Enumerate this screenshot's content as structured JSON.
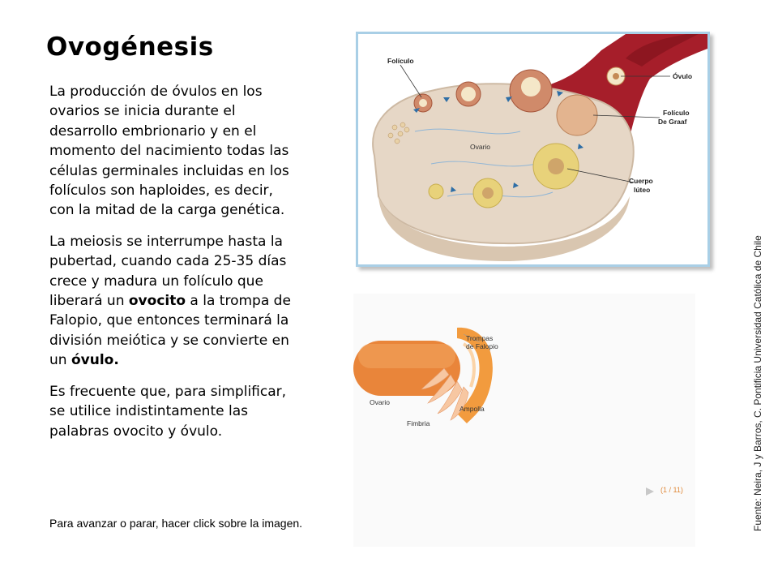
{
  "slide": {
    "title": "Ovogénesis",
    "paragraph_1": "La producción de óvulos en los ovarios se inicia durante el desarrollo embrionario y en el momento del nacimiento todas las células germinales incluidas en los folículos son haploides, es decir, con la mitad de la carga genética.",
    "paragraph_2_part_1": "La meiosis se interrumpe hasta la pubertad, cuando cada 25-35 días crece y madura un folículo que liberará un ",
    "paragraph_2_bold_1": "ovocito",
    "paragraph_2_part_2": " a la trompa de Falopio, que entonces terminará la división meiótica y se convierte en un ",
    "paragraph_2_bold_2": "óvulo.",
    "paragraph_3": "Es frecuente que, para simplificar, se utilice indistintamente las palabras ovocito y óvulo.",
    "hint": "Para avanzar o parar, hacer click sobre la imagen.",
    "source": "Fuente: Neira, J y Barros, C. Pontificia Universidad Católica de Chile"
  },
  "ovary_figure": {
    "labels": {
      "foliculo": "Folículo",
      "ovulo": "Óvulo",
      "graaf_1": "Folículo",
      "graaf_2": "De Graaf",
      "ovario": "Ovario",
      "cuerpo_1": "Cuerpo",
      "cuerpo_2": "lúteo"
    }
  },
  "animation": {
    "labels": {
      "trompas_1": "Trompas",
      "trompas_2": "de Falopio",
      "ovario": "Ovario",
      "ampolla": "Ampolla",
      "fimbria": "Fimbria"
    },
    "counter": "(1 / 11)",
    "slide_index": 1,
    "slide_total": 11
  },
  "colors": {
    "frame_border": "#a9cfe6",
    "ovary_tissue": "#e6d7c6",
    "blood_vessel": "#a61e2a",
    "animation_ovary": "#e9853a",
    "counter_text": "#e08a3a"
  }
}
